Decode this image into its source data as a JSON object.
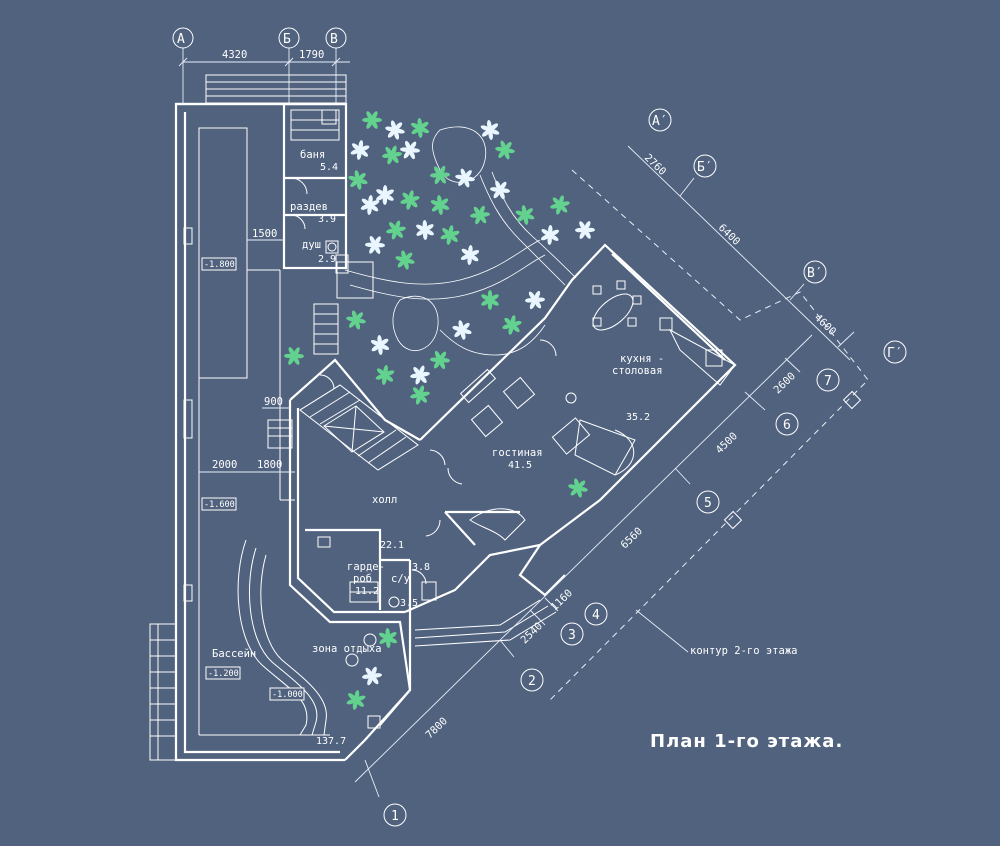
{
  "title": "План 1-го этажа.",
  "second_floor_outline_label": "контур 2-го этажа",
  "rooms": {
    "banya": "баня",
    "banya_area": "5.4",
    "razdev": "раздев",
    "razdev_area": "3.9",
    "dush": "душ",
    "dush_area": "2.9",
    "kitchen_l1": "кухня -",
    "kitchen_l2": "столовая",
    "kitchen_area": "35.2",
    "living": "гостиная",
    "living_area": "41.5",
    "hall": "холл",
    "hall_area": "22.1",
    "wardrobe_l1": "гарде-",
    "wardrobe_l2": "роб",
    "wardrobe_area": "11.2",
    "wc": "с/у",
    "wc_area": "3.5",
    "small_area": "3.8",
    "rest_zone": "зона отдыха",
    "pool": "Бассейн",
    "terrace_area": "137.7"
  },
  "levels": {
    "l1": "-1.800",
    "l2": "-1.600",
    "l3": "-1.200",
    "l4": "-1.000"
  },
  "dimensions": {
    "d4320": "4320",
    "d1790": "1790",
    "d1500": "1500",
    "d900": "900",
    "d2000": "2000",
    "d1800": "1800",
    "d2760": "2760",
    "d6400": "6400",
    "d4600": "4600",
    "d2600": "2600",
    "d4500": "4500",
    "d6560": "6560",
    "d1160": "1160",
    "d2540": "2540",
    "d7800": "7800"
  },
  "axes": {
    "A": "А",
    "B": "Б",
    "V": "В",
    "A2": "А′",
    "B2": "Б′",
    "V2": "В′",
    "G2": "Г′",
    "n1": "1",
    "n2": "2",
    "n3": "3",
    "n4": "4",
    "n5": "5",
    "n6": "6",
    "n7": "7"
  },
  "colors": {
    "background": "#50627e",
    "lines": "#ffffff",
    "plants": "#63d28f"
  }
}
